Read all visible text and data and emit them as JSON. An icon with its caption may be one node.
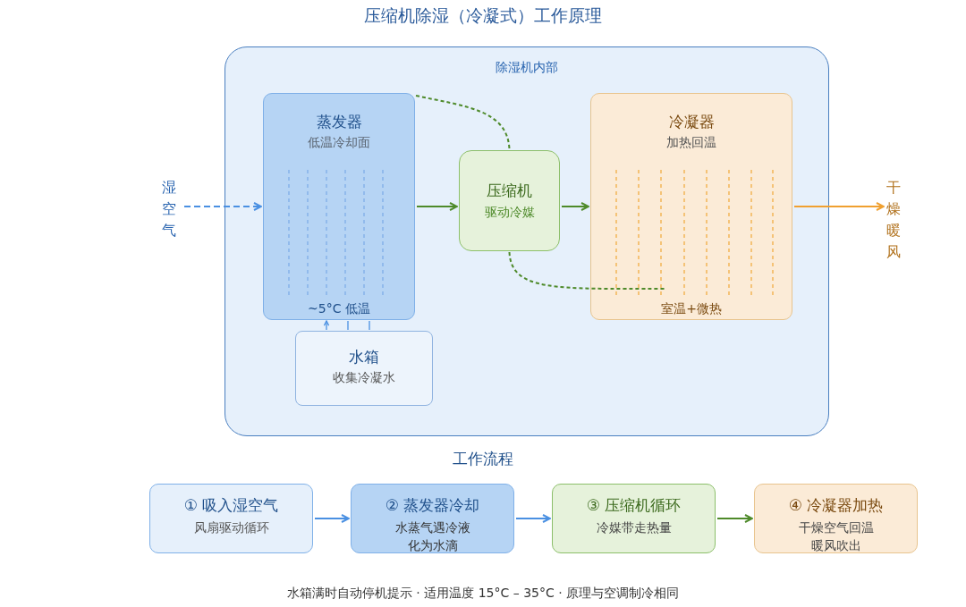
{
  "diagram": {
    "title": "压缩机除湿（冷凝式）工作原理",
    "nodes": [
      {
        "text": [
          "除湿机内部"
        ]
      },
      {
        "text": [
          "蒸发器",
          "低温冷却面",
          "~5°C 低温"
        ],
        "in": 0
      },
      {
        "text": [
          "压缩机",
          "驱动冷媒"
        ],
        "in": 0
      },
      {
        "text": [
          "冷凝器",
          "加热回温",
          "室温+微热"
        ],
        "in": 0
      },
      {
        "text": [
          "水箱",
          "收集冷凝水"
        ],
        "in": 0
      },
      {
        "text": [
          "湿空气"
        ]
      },
      {
        "text": [
          "干燥暖风"
        ]
      },
      {
        "text": [
          "① 吸入湿空气",
          "风扇驱动循环"
        ]
      },
      {
        "text": [
          "② 蒸发器冷却",
          "水蒸气遇冷液化为水滴"
        ]
      },
      {
        "text": [
          "③ 压缩机循环",
          "冷媒带走热量"
        ]
      },
      {
        "text": [
          "④ 冷凝器加热",
          "干燥空气回温暖风吹出"
        ]
      }
    ],
    "edges": [
      {
        "from": 5,
        "to": 1,
        "arrow": "to",
        "style": "dashed",
        "color": "#4a90e2"
      },
      {
        "from": 1,
        "to": 2,
        "arrow": "to",
        "color": "#4e8a2a"
      },
      {
        "from": 2,
        "to": 3,
        "arrow": "to",
        "color": "#4e8a2a"
      },
      {
        "from": 3,
        "to": 6,
        "arrow": "to",
        "color": "#f0a030"
      },
      {
        "from": 1,
        "to": 2,
        "arrow": "none",
        "style": "dashed",
        "color": "#4e8a2a"
      },
      {
        "from": 2,
        "to": 3,
        "arrow": "none",
        "style": "dashed",
        "color": "#4e8a2a"
      },
      {
        "from": 4,
        "to": 1,
        "arrow": "to",
        "color": "#4a90e2"
      },
      {
        "from": 7,
        "to": 8,
        "arrow": "to",
        "color": "#4a90e2"
      },
      {
        "from": 8,
        "to": 9,
        "arrow": "to",
        "color": "#4a90e2"
      },
      {
        "from": 9,
        "to": 10,
        "arrow": "to",
        "color": "#4e8a2a"
      },
      {
        "from": 4,
        "to": 1,
        "arrow": "none",
        "color": "#4a90e2"
      },
      {
        "from": 4,
        "to": 1,
        "arrow": "none",
        "color": "#4a90e2"
      }
    ],
    "labels": [
      "工作流程",
      "水箱满时自动停机提示 · 适用温度 15°C – 35°C · 原理与空调制冷相同"
    ]
  }
}
